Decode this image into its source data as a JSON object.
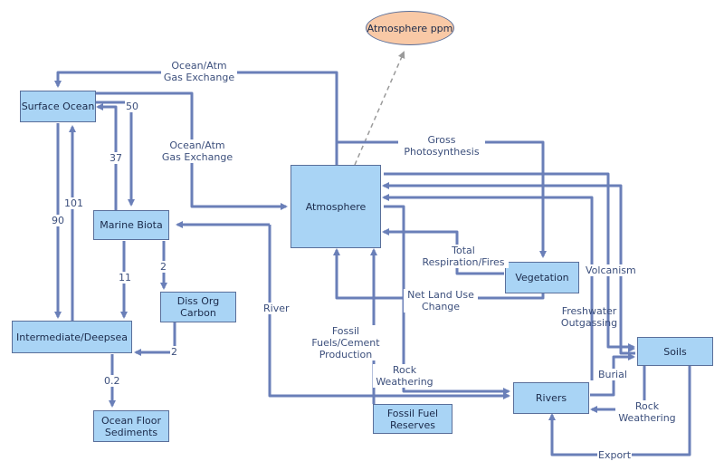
{
  "nodes": {
    "atm_ppm": "Atmosphere ppm",
    "surface_ocean": "Surface Ocean",
    "marine_biota": "Marine Biota",
    "diss_org_carbon": "Diss Org Carbon",
    "intermediate_deepsea": "Intermediate/Deepsea",
    "ocean_floor_sediments": "Ocean Floor Sediments",
    "atmosphere": "Atmosphere",
    "vegetation": "Vegetation",
    "fossil_fuel_reserves": "Fossil Fuel Reserves",
    "rivers": "Rivers",
    "soils": "Soils"
  },
  "flows": {
    "ocean_atm_gas_exchange_top": "Ocean/Atm Gas Exchange",
    "ocean_atm_gas_exchange_mid": "Ocean/Atm Gas Exchange",
    "gross_photosynthesis": "Gross Photosynthesis",
    "total_respiration_fires": "Total Respiration/Fires",
    "net_land_use_change": "Net Land Use Change",
    "fossil_fuels_cement_production": "Fossil Fuels/Cement Production",
    "rock_weathering_mid": "Rock Weathering",
    "river": "River",
    "volcanism": "Volcanism",
    "freshwater_outgassing": "Freshwater Outgassing",
    "burial": "Burial",
    "rock_weathering_soils": "Rock Weathering",
    "export": "Export",
    "v50": "50",
    "v37": "37",
    "v90": "90",
    "v101": "101",
    "v11": "11",
    "v2_doc": "2",
    "v2_deep": "2",
    "v0_2": "0.2"
  },
  "colors": {
    "box_fill": "#a9d4f5",
    "ellipse_fill": "#f9c9a6",
    "arrow": "#6a7fb8",
    "label": "#3c4f7c"
  }
}
